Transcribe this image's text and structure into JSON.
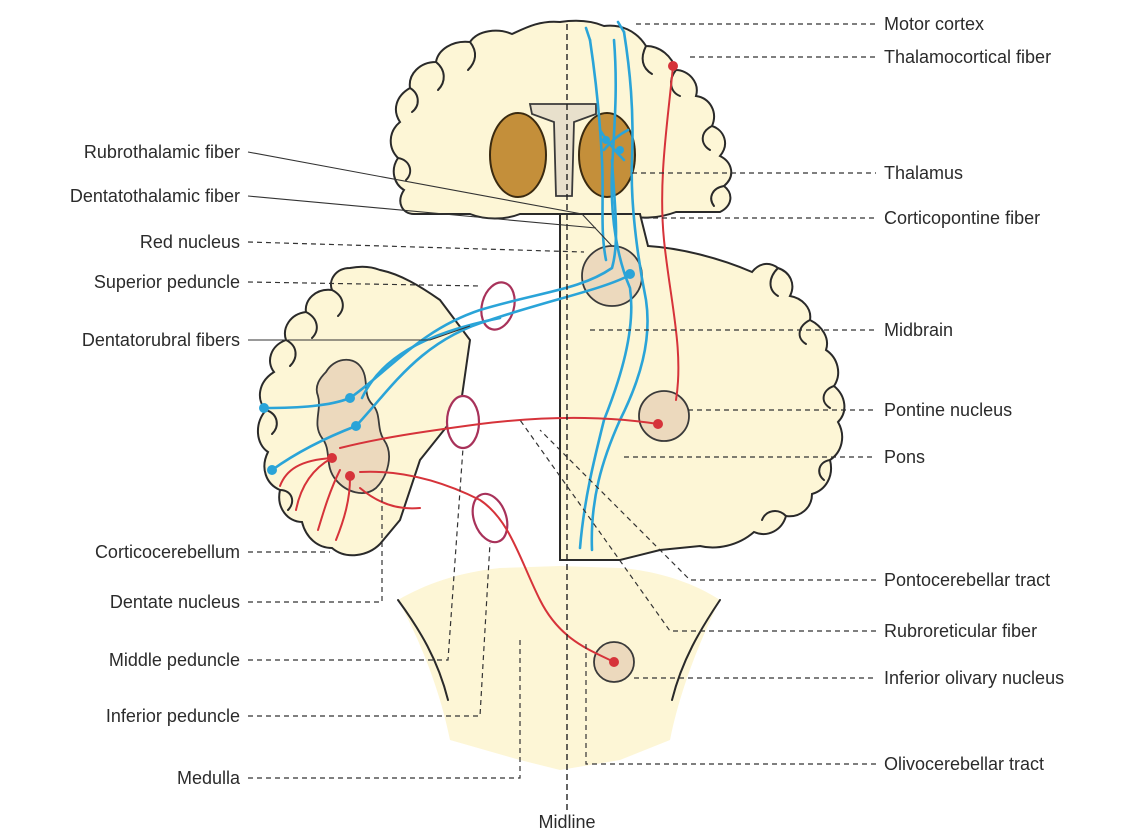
{
  "labels": {
    "motor_cortex": "Motor cortex",
    "thalamocortical_fiber": "Thalamocortical fiber",
    "rubrothalamic_fiber": "Rubrothalamic fiber",
    "dentatothalamic_fiber": "Dentatothalamic fiber",
    "thalamus": "Thalamus",
    "corticopontine_fiber": "Corticopontine fiber",
    "red_nucleus": "Red nucleus",
    "superior_peduncle": "Superior peduncle",
    "dentatorubral_fibers": "Dentatorubral fibers",
    "midbrain": "Midbrain",
    "pontine_nucleus": "Pontine nucleus",
    "pons": "Pons",
    "corticocerebellum": "Corticocerebellum",
    "dentate_nucleus": "Dentate nucleus",
    "pontocerebellar_tract": "Pontocerebellar tract",
    "rubroreticular_fiber": "Rubroreticular fiber",
    "middle_peduncle": "Middle peduncle",
    "inferior_olivary_nucleus": "Inferior olivary nucleus",
    "inferior_peduncle": "Inferior peduncle",
    "medulla": "Medulla",
    "olivocerebellar_tract": "Olivocerebellar tract",
    "midline": "Midline"
  },
  "colors": {
    "blue_pathway": "#2aa4d8",
    "red_pathway": "#d6333a",
    "brain_fill": "#fdf6d6",
    "thalamus_fill": "#c48f3a",
    "peduncle_stroke": "#a8325a"
  }
}
